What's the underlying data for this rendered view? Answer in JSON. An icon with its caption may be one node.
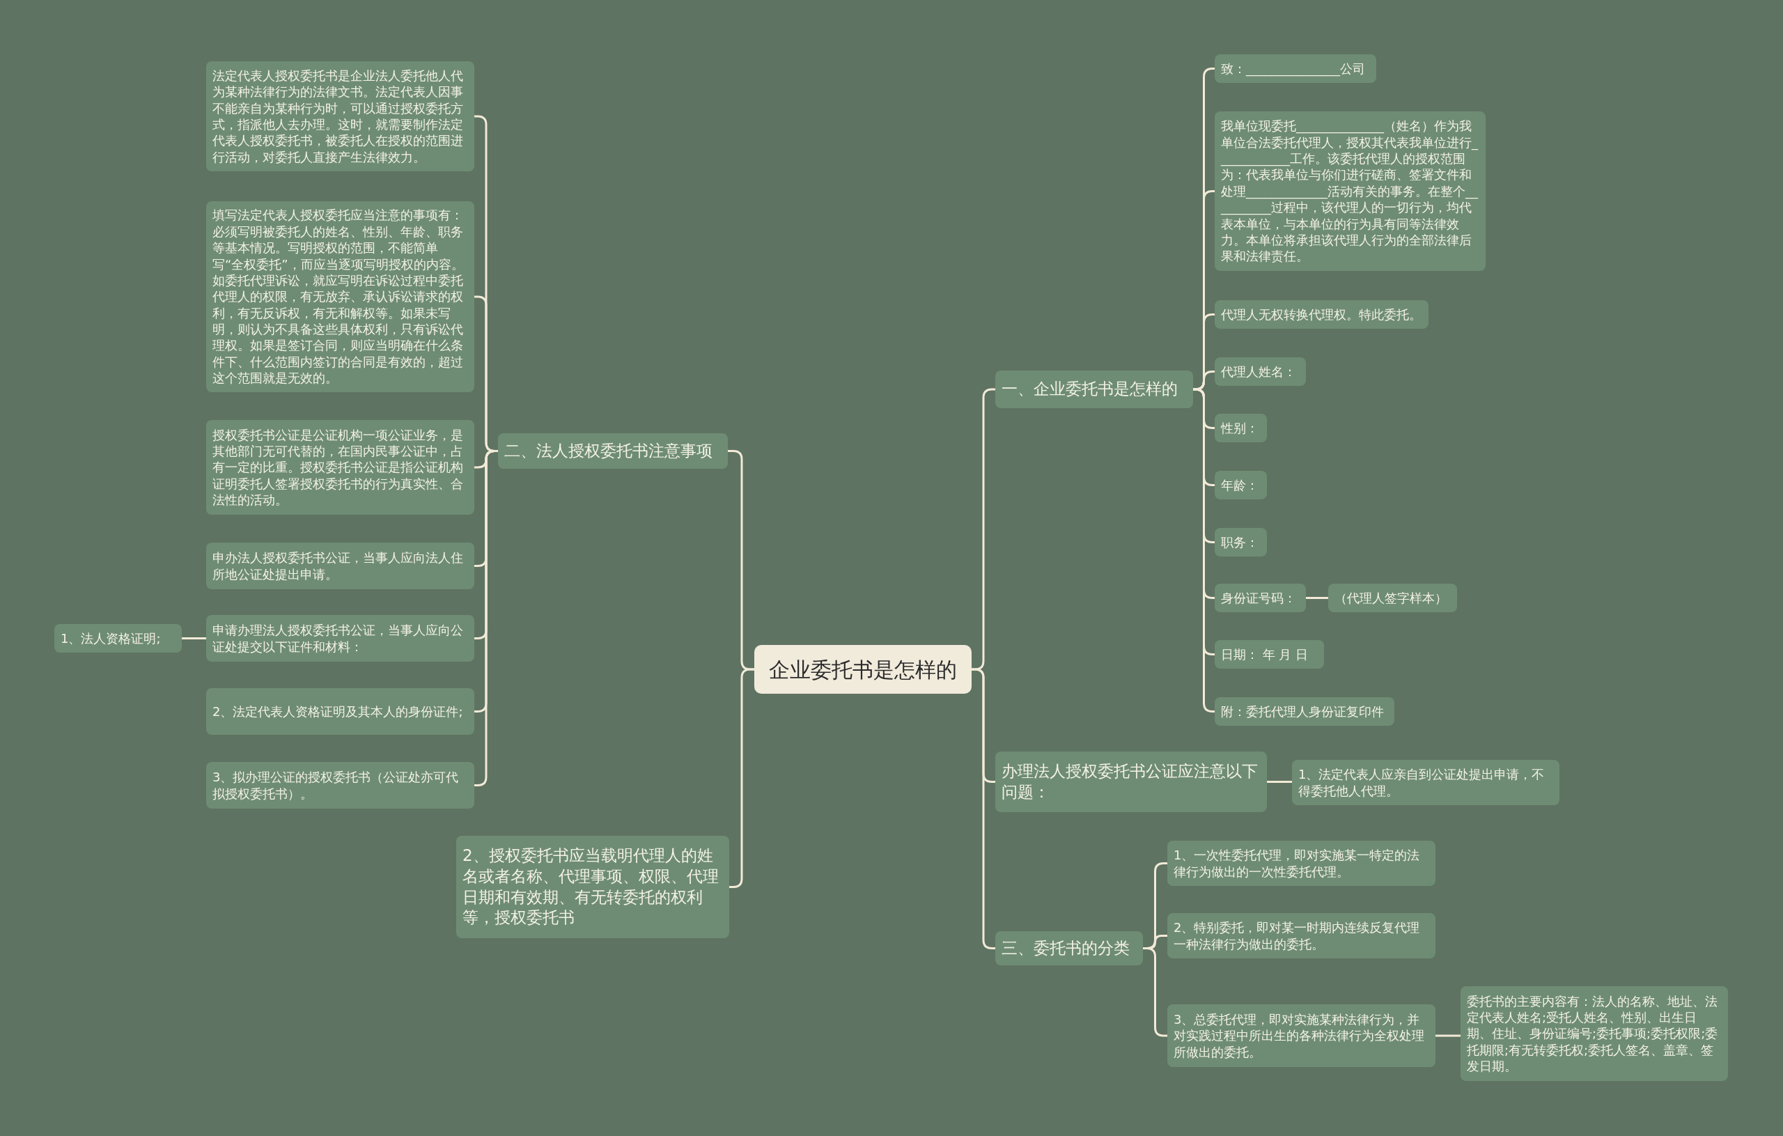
{
  "diagram": {
    "nodes": [
      {
        "text": [
          "企业委托书是怎样的"
        ]
      },
      {
        "text": [
          "二、法人授权委托书注意事项"
        ]
      },
      {
        "text": [
          "法定代表人授权委托书是企业法人委托他人代为某种法律行为的法律文书。法定代表人因事不能亲自为某种行为时，可以通过授权委托方式，指派他人去办理。这时，就需要制作法定代表人授权委托书，被委托人在授权的范围进行活动，对委托人直接产生法律效力。"
        ]
      },
      {
        "text": [
          "填写法定代表人授权委托应当注意的事项有：必须写明被委托人的姓名、性别、年龄、职务等基本情况。写明授权的范围，不能简单写“全权委托”，而应当逐项写明授权的内容。如委托代理诉讼，就应写明在诉讼过程中委托代理人的权限，有无放弃、承认诉讼请求的权利，有无反诉权，有无和解权等。如果未写明，则认为不具备这些具体权利，只有诉讼代理权。如果是签订合同，则应当明确在什么条件下、什么范围内签订的合同是有效的，超过这个范围就是无效的。"
        ]
      },
      {
        "text": [
          "授权委托书公证是公证机构一项公证业务，是其他部门无可代替的，在国内民事公证中，占有一定的比重。授权委托书公证是指公证机构证明委托人签署授权委托书的行为真实性、合法性的活动。"
        ]
      },
      {
        "text": [
          "申办法人授权委托书公证，当事人应向法人住所地公证处提出申请。"
        ]
      },
      {
        "text": [
          "申请办理法人授权委托书公证，当事人应向公证处提交以下证件和材料："
        ]
      },
      {
        "text": [
          "1、法人资格证明;"
        ]
      },
      {
        "text": [
          "2、法定代表人资格证明及其本人的身份证件;"
        ]
      },
      {
        "text": [
          "3、拟办理公证的授权委托书（公证处亦可代拟授权委托书）。"
        ]
      },
      {
        "text": [
          "2、授权委托书应当载明代理人的姓名或者名称、代理事项、权限、代理日期和有效期、有无转委托的权利等，授权委托书"
        ]
      },
      {
        "text": [
          "一、企业委托书是怎样的"
        ]
      },
      {
        "text": [
          "致：_______________公司"
        ]
      },
      {
        "text": [
          "我单位现委托______________（姓名）作为我单位合法委托代理人，授权其代表我单位进行____________工作。该委托代理人的授权范围为：代表我单位与你们进行磋商、签署文件和处理_____________活动有关的事务。在整个__________过程中，该代理人的一切行为，均代表本单位，与本单位的行为具有同等法律效力。本单位将承担该代理人行为的全部法律后果和法律责任。"
        ]
      },
      {
        "text": [
          "代理人无权转换代理权。特此委托。"
        ]
      },
      {
        "text": [
          "代理人姓名："
        ]
      },
      {
        "text": [
          "性别："
        ]
      },
      {
        "text": [
          "年龄："
        ]
      },
      {
        "text": [
          "职务："
        ]
      },
      {
        "text": [
          "身份证号码："
        ]
      },
      {
        "text": [
          "（代理人签字样本）"
        ]
      },
      {
        "text": [
          "日期： 年 月 日"
        ]
      },
      {
        "text": [
          "附：委托代理人身份证复印件"
        ]
      },
      {
        "text": [
          "办理法人授权委托书公证应注意以下问题："
        ]
      },
      {
        "text": [
          "1、法定代表人应亲自到公证处提出申请，不得委托他人代理。"
        ]
      },
      {
        "text": [
          "三、委托书的分类"
        ]
      },
      {
        "text": [
          "1、一次性委托代理，即对实施某一特定的法律行为做出的一次性委托代理。"
        ]
      },
      {
        "text": [
          "2、特别委托，即对某一时期内连续反复代理一种法律行为做出的委托。"
        ]
      },
      {
        "text": [
          "3、总委托代理，即对实施某种法律行为，并对实践过程中所出生的各种法律行为全权处理所做出的委托。"
        ]
      },
      {
        "text": [
          "委托书的主要内容有：法人的名称、地址、法定代表人姓名;受托人姓名、性别、出生日期、住址、身份证编号;委托事项;委托权限;委托期限;有无转委托权;委托人签名、盖章、签发日期。"
        ]
      }
    ],
    "edges": [
      {
        "from": 0,
        "to": 1,
        "arrow": "none"
      },
      {
        "from": 1,
        "to": 2,
        "arrow": "none"
      },
      {
        "from": 1,
        "to": 3,
        "arrow": "none"
      },
      {
        "from": 1,
        "to": 4,
        "arrow": "none"
      },
      {
        "from": 1,
        "to": 5,
        "arrow": "none"
      },
      {
        "from": 1,
        "to": 6,
        "arrow": "none"
      },
      {
        "from": 6,
        "to": 7,
        "arrow": "none"
      },
      {
        "from": 1,
        "to": 8,
        "arrow": "none"
      },
      {
        "from": 1,
        "to": 9,
        "arrow": "none"
      },
      {
        "from": 0,
        "to": 10,
        "arrow": "none"
      },
      {
        "from": 0,
        "to": 11,
        "arrow": "none"
      },
      {
        "from": 11,
        "to": 12,
        "arrow": "none"
      },
      {
        "from": 11,
        "to": 13,
        "arrow": "none"
      },
      {
        "from": 11,
        "to": 14,
        "arrow": "none"
      },
      {
        "from": 11,
        "to": 15,
        "arrow": "none"
      },
      {
        "from": 11,
        "to": 16,
        "arrow": "none"
      },
      {
        "from": 11,
        "to": 17,
        "arrow": "none"
      },
      {
        "from": 11,
        "to": 18,
        "arrow": "none"
      },
      {
        "from": 11,
        "to": 19,
        "arrow": "none"
      },
      {
        "from": 19,
        "to": 20,
        "arrow": "none"
      },
      {
        "from": 11,
        "to": 21,
        "arrow": "none"
      },
      {
        "from": 11,
        "to": 22,
        "arrow": "none"
      },
      {
        "from": 0,
        "to": 23,
        "arrow": "none"
      },
      {
        "from": 23,
        "to": 24,
        "arrow": "none"
      },
      {
        "from": 0,
        "to": 25,
        "arrow": "none"
      },
      {
        "from": 25,
        "to": 26,
        "arrow": "none"
      },
      {
        "from": 25,
        "to": 27,
        "arrow": "none"
      },
      {
        "from": 25,
        "to": 28,
        "arrow": "none"
      },
      {
        "from": 28,
        "to": 29,
        "arrow": "none"
      }
    ]
  }
}
